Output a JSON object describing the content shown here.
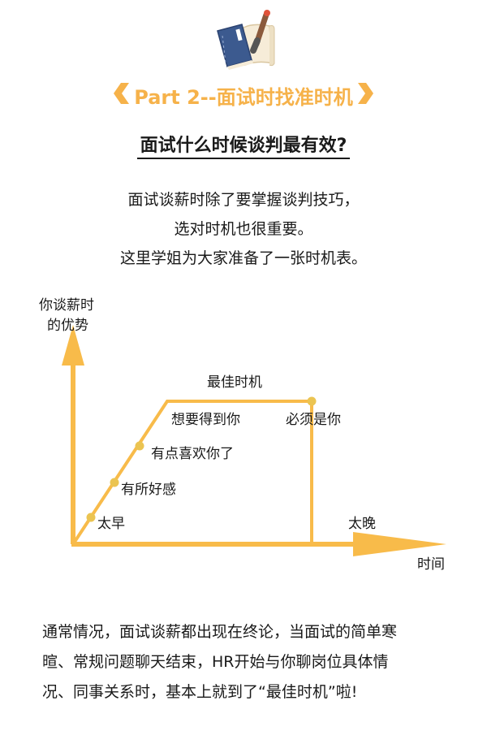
{
  "header": {
    "icon": "book-and-pen-icon",
    "part_title": "Part 2--面试时找准时机",
    "question": "面试什么时候谈判最有效?"
  },
  "intro": {
    "lines": [
      "面试谈薪时除了要掌握谈判技巧，",
      "选对时机也很重要。",
      "这里学姐为大家准备了一张时机表。"
    ]
  },
  "diagram": {
    "y_axis_label_line1": "你谈薪时",
    "y_axis_label_line2": "的优势",
    "x_axis_label": "时间",
    "peak_label": "最佳时机",
    "stages": [
      {
        "label": "太早"
      },
      {
        "label": "有所好感"
      },
      {
        "label": "有点喜欢你了"
      },
      {
        "label": "想要得到你"
      },
      {
        "label": "必须是你"
      },
      {
        "label": "太晚"
      }
    ],
    "colors": {
      "line": "#f8bb4a",
      "dot": "#ebc452",
      "text": "#1a1a1a"
    }
  },
  "footer": {
    "lines": [
      "通常情况，面试谈薪都出现在终论，当面试的简单寒",
      "暄、常规问题聊天结束，HR开始与你聊岗位具体情",
      "况、同事关系时，基本上就到了“最佳时机”啦!"
    ]
  }
}
